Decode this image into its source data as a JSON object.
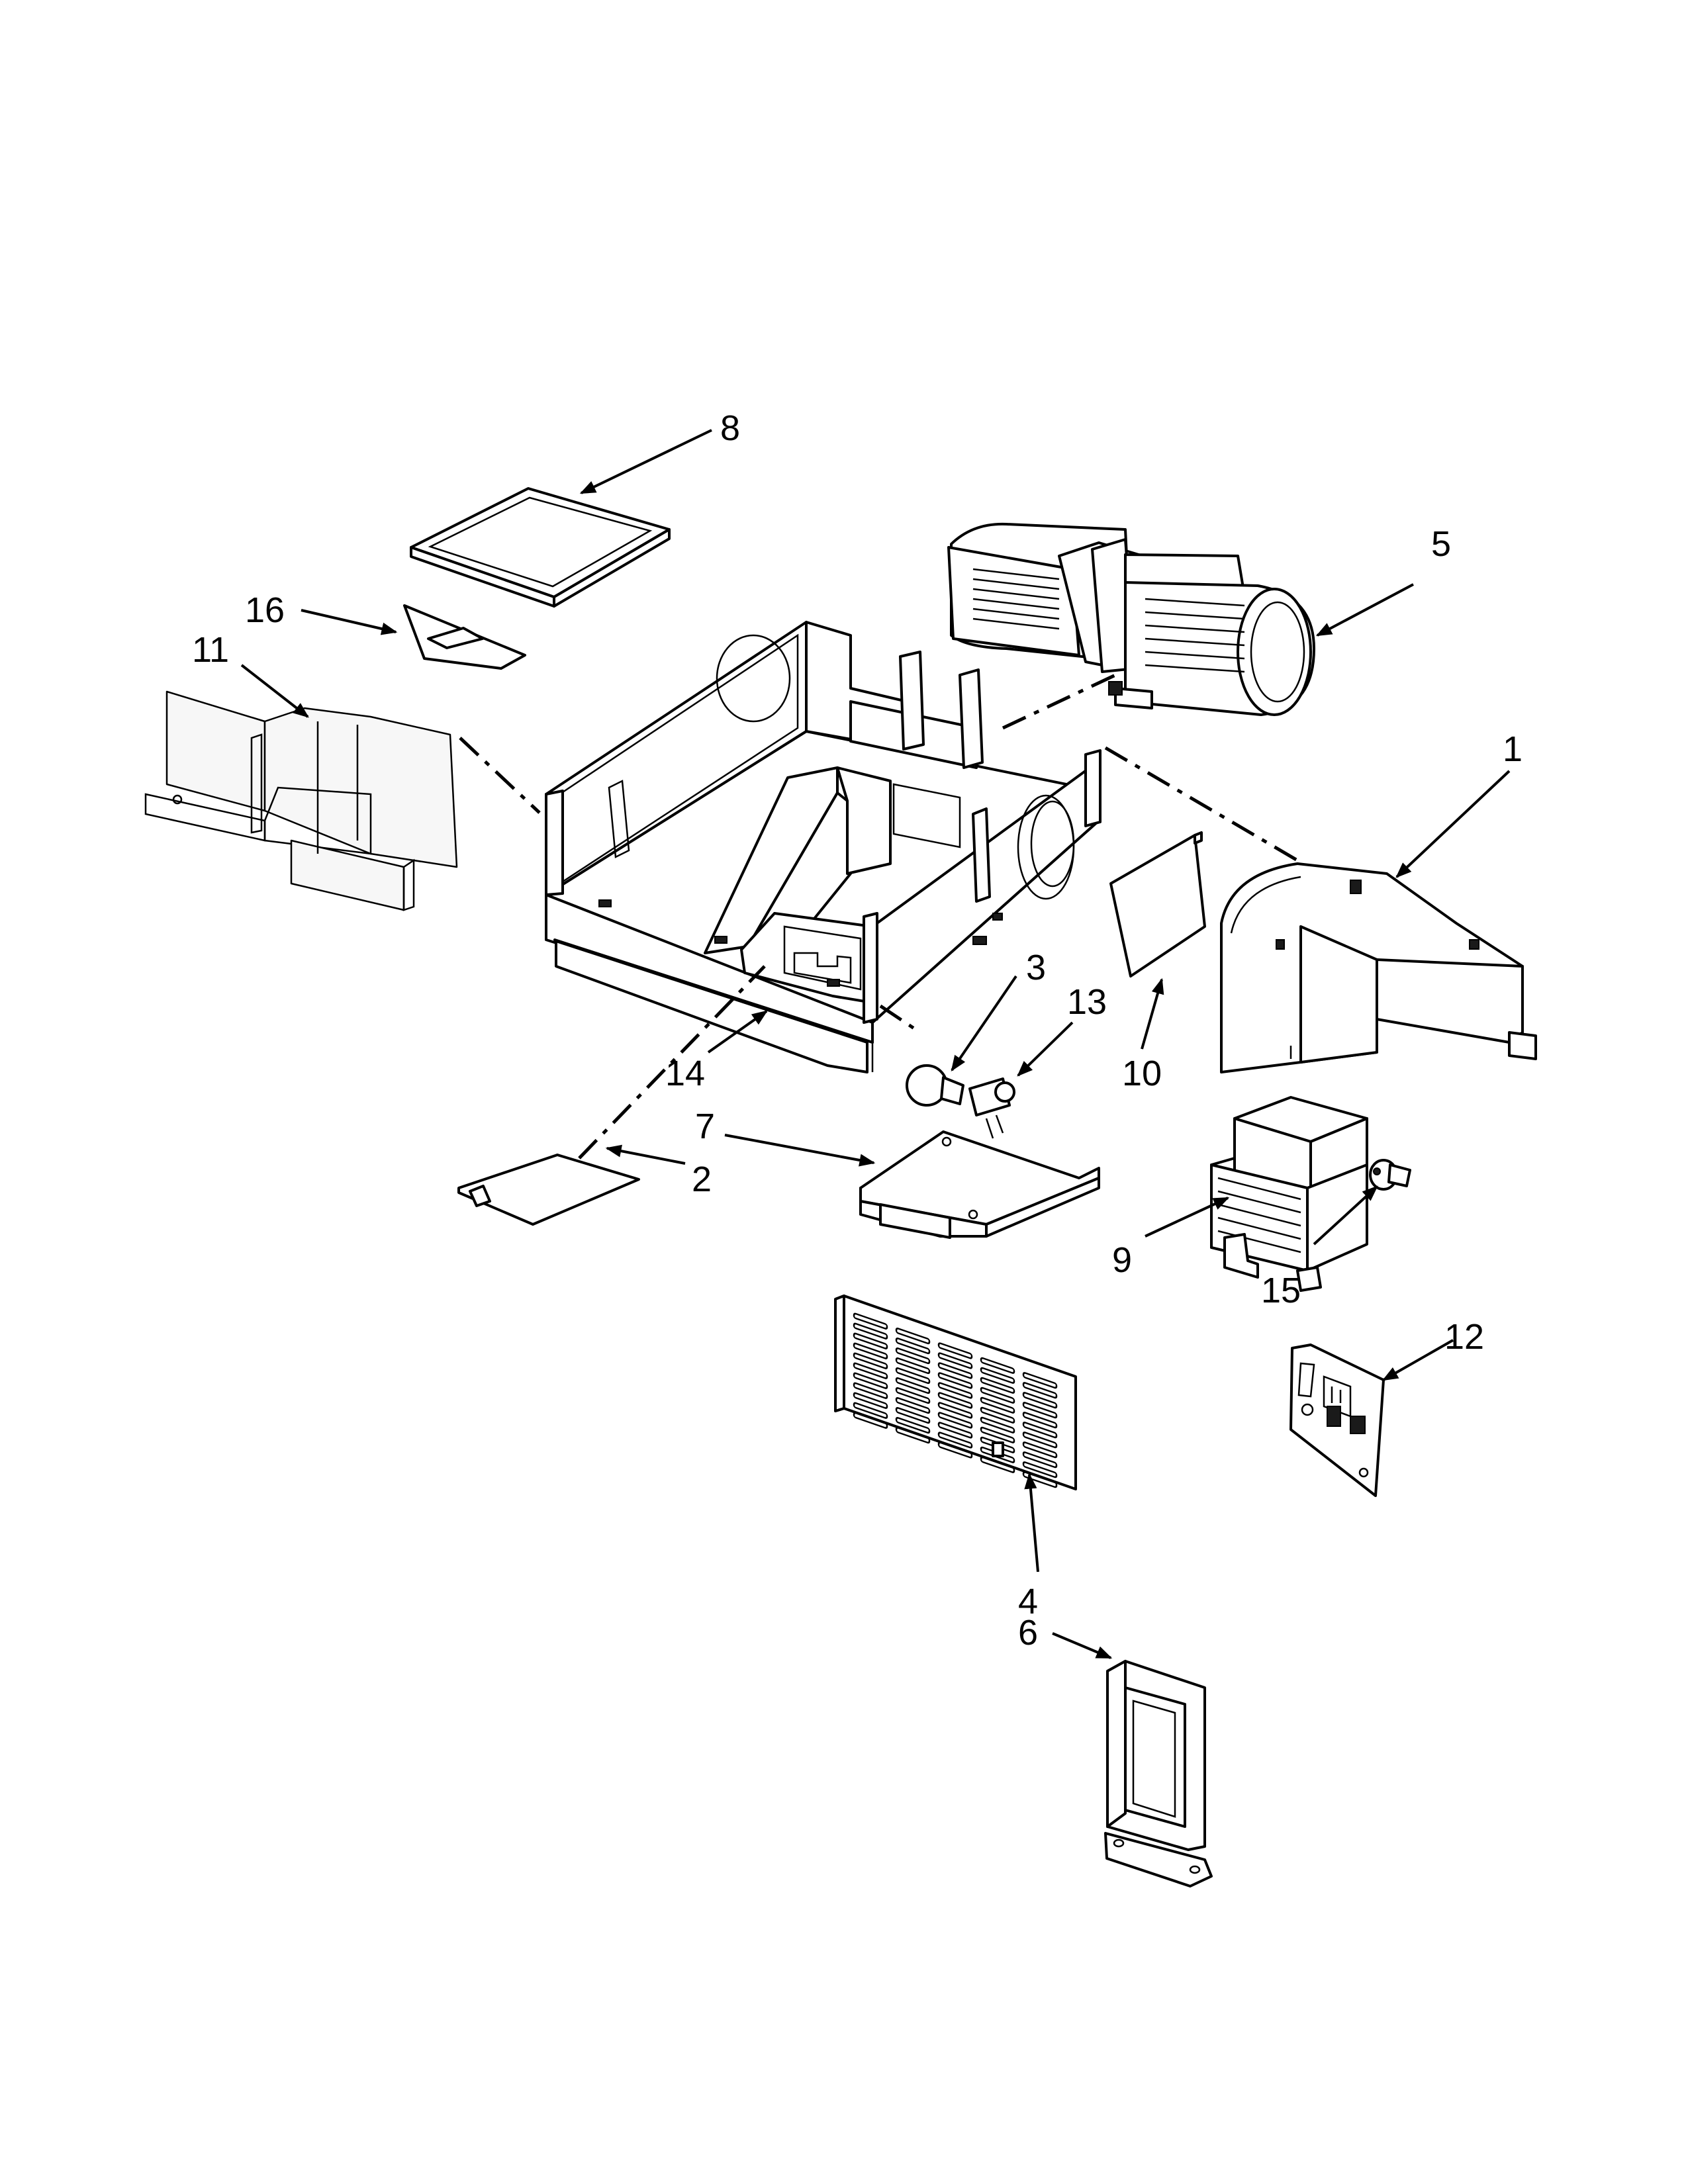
{
  "callouts": [
    "8",
    "5",
    "16",
    "11",
    "1",
    "3",
    "13",
    "10",
    "14",
    "7",
    "2",
    "9",
    "15",
    "12",
    "4",
    "6"
  ],
  "colors": {
    "line": "#000000",
    "background": "#ffffff"
  }
}
